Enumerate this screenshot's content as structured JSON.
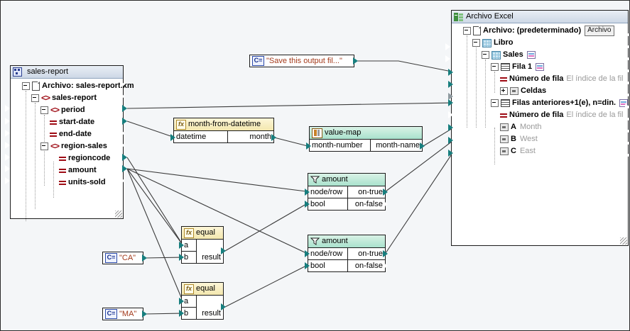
{
  "canvas": {
    "bg": "#f4f6f8",
    "accent_teal": "#177e7e",
    "const_text_color": "#a33a1b"
  },
  "source_panel": {
    "title": "sales-report",
    "title_icon": "xml-schema-icon",
    "rows": [
      {
        "label": "Archivo: sales-report.xm",
        "icon": "file-icon",
        "indent": 0,
        "expander": "minus",
        "dim": ""
      },
      {
        "label": "sales-report",
        "icon": "node-icon",
        "indent": 1,
        "expander": "minus",
        "dim": ""
      },
      {
        "label": "period",
        "icon": "node-icon",
        "indent": 2,
        "expander": "minus",
        "dim": ""
      },
      {
        "label": "start-date",
        "icon": "attribute-icon",
        "indent": 3,
        "expander": "none",
        "dim": ""
      },
      {
        "label": "end-date",
        "icon": "attribute-icon",
        "indent": 3,
        "expander": "none",
        "dim": ""
      },
      {
        "label": "region-sales",
        "icon": "node-icon",
        "indent": 2,
        "expander": "minus",
        "dim": ""
      },
      {
        "label": "regioncode",
        "icon": "attribute-icon",
        "indent": 3,
        "expander": "none",
        "dim": ""
      },
      {
        "label": "amount",
        "icon": "attribute-icon",
        "indent": 3,
        "expander": "none",
        "dim": ""
      },
      {
        "label": "units-sold",
        "icon": "attribute-icon",
        "indent": 3,
        "expander": "none",
        "dim": ""
      }
    ]
  },
  "target_panel": {
    "title": "Archivo Excel",
    "title_icon": "excel-icon",
    "rows": [
      {
        "label": "Archivo: (predeterminado)",
        "icon": "file-icon",
        "indent": 0,
        "expander": "minus",
        "dim": "",
        "button": "Archivo"
      },
      {
        "label": "Libro",
        "icon": "workbook-icon",
        "indent": 1,
        "expander": "minus",
        "dim": "",
        "button": ""
      },
      {
        "label": "Sales",
        "icon": "sheet-icon",
        "indent": 2,
        "expander": "minus",
        "dim": "",
        "badge": "table-icon"
      },
      {
        "label": "Fila 1",
        "icon": "row-icon",
        "indent": 3,
        "expander": "minus",
        "dim": "",
        "badge": "table-icon"
      },
      {
        "label": "Número de fila",
        "icon": "attribute-icon",
        "indent": 4,
        "expander": "none",
        "dim": "El índice de la fil"
      },
      {
        "label": "Celdas",
        "icon": "cell-icon",
        "indent": 4,
        "expander": "plus",
        "dim": ""
      },
      {
        "label": "Filas anteriores+1(e), n=din.",
        "icon": "row-icon",
        "indent": 3,
        "expander": "minus",
        "dim": "",
        "badge": "table-icon"
      },
      {
        "label": "Número de fila",
        "icon": "attribute-icon",
        "indent": 4,
        "expander": "none",
        "dim": "El índice de la fil"
      },
      {
        "label": "A",
        "icon": "cell-icon",
        "indent": 4,
        "expander": "none",
        "dim": "Month"
      },
      {
        "label": "B",
        "icon": "cell-icon",
        "indent": 4,
        "expander": "none",
        "dim": "West"
      },
      {
        "label": "C",
        "icon": "cell-icon",
        "indent": 4,
        "expander": "none",
        "dim": "East"
      }
    ]
  },
  "constants": [
    {
      "id": "const-save",
      "value": "\"Save this output fil...\"",
      "icon": "constant-icon"
    },
    {
      "id": "const-ca",
      "value": "\"CA\"",
      "icon": "constant-icon"
    },
    {
      "id": "const-ma",
      "value": "\"MA\"",
      "icon": "constant-icon"
    }
  ],
  "functions": [
    {
      "id": "month-from-datetime",
      "title": "month-from-datetime",
      "icon": "function-icon",
      "header_style": "yellow",
      "inputs": [
        "datetime"
      ],
      "outputs": [
        "month"
      ]
    },
    {
      "id": "value-map",
      "title": "value-map",
      "icon": "value-map-icon",
      "header_style": "green",
      "inputs": [
        "month-number"
      ],
      "outputs": [
        "month-name"
      ]
    },
    {
      "id": "filter-amount-1",
      "title": "amount",
      "icon": "filter-icon",
      "header_style": "green",
      "inputs": [
        "node/row",
        "bool"
      ],
      "outputs": [
        "on-true",
        "on-false"
      ]
    },
    {
      "id": "filter-amount-2",
      "title": "amount",
      "icon": "filter-icon",
      "header_style": "green",
      "inputs": [
        "node/row",
        "bool"
      ],
      "outputs": [
        "on-true",
        "on-false"
      ]
    },
    {
      "id": "equal-1",
      "title": "equal",
      "icon": "function-icon",
      "header_style": "yellow",
      "inputs": [
        "a",
        "b"
      ],
      "outputs": [
        "result"
      ]
    },
    {
      "id": "equal-2",
      "title": "equal",
      "icon": "function-icon",
      "header_style": "yellow",
      "inputs": [
        "a",
        "b"
      ],
      "outputs": [
        "result"
      ]
    }
  ]
}
